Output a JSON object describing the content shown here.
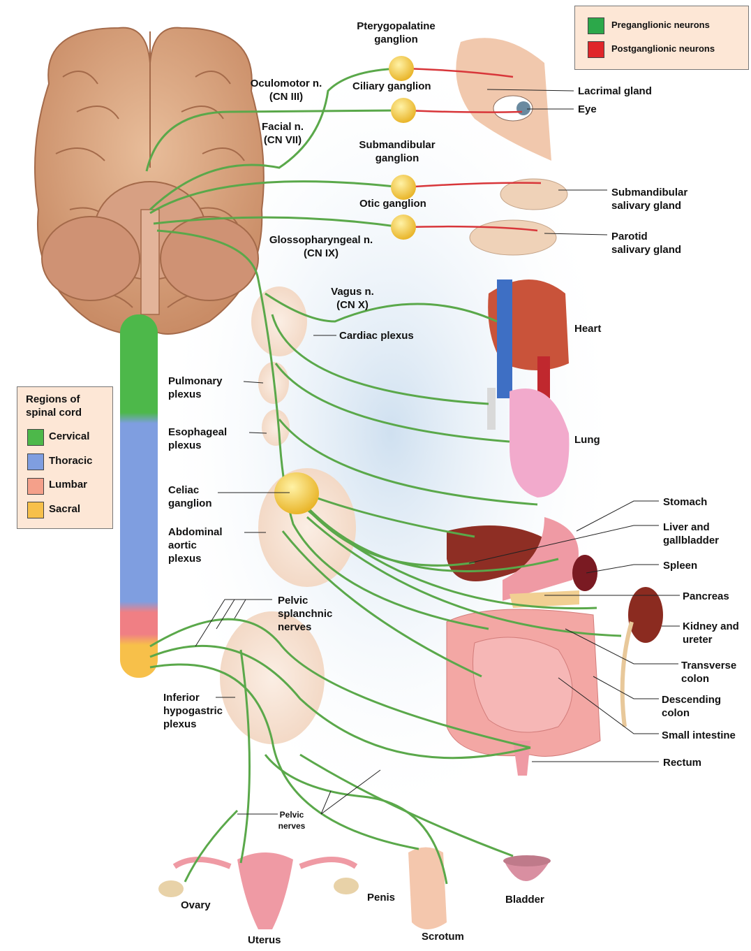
{
  "legend": {
    "items": [
      {
        "label": "Preganglionic neurons",
        "color": "#2ca84a"
      },
      {
        "label": "Postganglionic neurons",
        "color": "#e0262a"
      }
    ]
  },
  "regions": {
    "title": "Regions of\nspinal cord",
    "items": [
      {
        "label": "Cervical",
        "color": "#4db84a"
      },
      {
        "label": "Thoracic",
        "color": "#7f9ee0"
      },
      {
        "label": "Lumbar",
        "color": "#f4a08a"
      },
      {
        "label": "Sacral",
        "color": "#f7c04a"
      }
    ]
  },
  "labels": {
    "pterygopalatine": "Pterygopalatine\nganglion",
    "oculomotor": "Oculomotor n.\n(CN III)",
    "ciliary": "Ciliary ganglion",
    "facial": "Facial n.\n(CN VII)",
    "submandibular_ganglion": "Submandibular\nganglion",
    "otic": "Otic ganglion",
    "glossopharyngeal": "Glossopharyngeal n.\n(CN IX)",
    "vagus": "Vagus n.\n(CN X)",
    "cardiac_plexus": "Cardiac plexus",
    "pulmonary_plexus": "Pulmonary\nplexus",
    "esophageal_plexus": "Esophageal\nplexus",
    "celiac_ganglion": "Celiac\nganglion",
    "abdominal_aortic_plexus": "Abdominal\naortic\nplexus",
    "pelvic_splanchnic": "Pelvic\nsplanchnic\nnerves",
    "inferior_hypogastric": "Inferior\nhypogastric\nplexus",
    "pelvic_nerves": "Pelvic\nnerves",
    "lacrimal_gland": "Lacrimal gland",
    "eye": "Eye",
    "submandibular_gland": "Submandibular\nsalivary gland",
    "parotid_gland": "Parotid\nsalivary gland",
    "heart": "Heart",
    "lung": "Lung",
    "stomach": "Stomach",
    "liver": "Liver and\ngallbladder",
    "spleen": "Spleen",
    "pancreas": "Pancreas",
    "kidney": "Kidney and\nureter",
    "transverse_colon": "Transverse\ncolon",
    "descending_colon": "Descending\ncolon",
    "small_intestine": "Small intestine",
    "rectum": "Rectum",
    "ovary": "Ovary",
    "uterus": "Uterus",
    "penis": "Penis",
    "scrotum": "Scrotum",
    "bladder": "Bladder"
  },
  "colors": {
    "preganglionic": "#5aa84a",
    "postganglionic": "#d8363a",
    "ganglion": "#f5c842",
    "brain": "#d9a27e",
    "background_glow": "#dce8f4"
  }
}
